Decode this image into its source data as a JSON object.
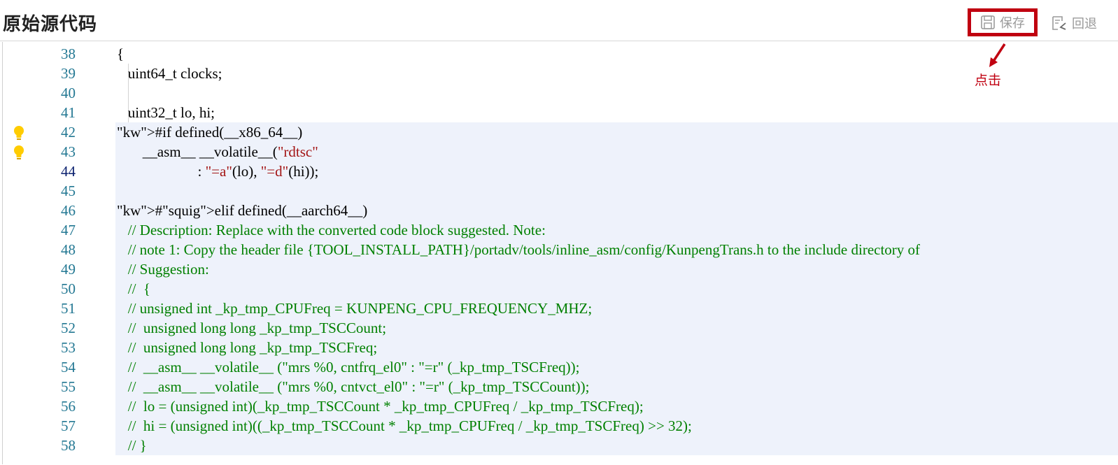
{
  "header": {
    "title": "原始源代码",
    "save_label": "保存",
    "revert_label": "回退",
    "annotation": "点击"
  },
  "colors": {
    "accent_red": "#c00010",
    "keyword": "#0000ff",
    "string": "#a31515",
    "comment": "#008000",
    "line_number": "#237893"
  },
  "editor": {
    "lines": [
      {
        "n": "38",
        "code": "{"
      },
      {
        "n": "39",
        "code": "   uint64_t clocks;"
      },
      {
        "n": "40",
        "code": ""
      },
      {
        "n": "41",
        "code": "   uint32_t lo, hi;"
      },
      {
        "n": "42",
        "code": "#if defined(__x86_64__)",
        "bulb": true
      },
      {
        "n": "43",
        "code": "       __asm__ __volatile__(\"rdtsc\"",
        "bulb": true
      },
      {
        "n": "44",
        "code": "                      : \"=a\"(lo), \"=d\"(hi));"
      },
      {
        "n": "45",
        "code": ""
      },
      {
        "n": "46",
        "code": "#elif defined(__aarch64__)"
      },
      {
        "n": "47",
        "code": "   // Description: Replace with the converted code block suggested. Note:"
      },
      {
        "n": "48",
        "code": "   // note 1: Copy the header file {TOOL_INSTALL_PATH}/portadv/tools/inline_asm/config/KunpengTrans.h to the include directory of"
      },
      {
        "n": "49",
        "code": "   // Suggestion:"
      },
      {
        "n": "50",
        "code": "   //  {"
      },
      {
        "n": "51",
        "code": "   // unsigned int _kp_tmp_CPUFreq = KUNPENG_CPU_FREQUENCY_MHZ;"
      },
      {
        "n": "52",
        "code": "   //  unsigned long long _kp_tmp_TSCCount;"
      },
      {
        "n": "53",
        "code": "   //  unsigned long long _kp_tmp_TSCFreq;"
      },
      {
        "n": "54",
        "code": "   //  __asm__ __volatile__ (\"mrs %0, cntfrq_el0\" : \"=r\" (_kp_tmp_TSCFreq));"
      },
      {
        "n": "55",
        "code": "   //  __asm__ __volatile__ (\"mrs %0, cntvct_el0\" : \"=r\" (_kp_tmp_TSCCount));"
      },
      {
        "n": "56",
        "code": "   //  lo = (unsigned int)(_kp_tmp_TSCCount * _kp_tmp_CPUFreq / _kp_tmp_TSCFreq);"
      },
      {
        "n": "57",
        "code": "   //  hi = (unsigned int)((_kp_tmp_TSCCount * _kp_tmp_CPUFreq / _kp_tmp_TSCFreq) >> 32);"
      },
      {
        "n": "58",
        "code": "   // }"
      }
    ]
  }
}
